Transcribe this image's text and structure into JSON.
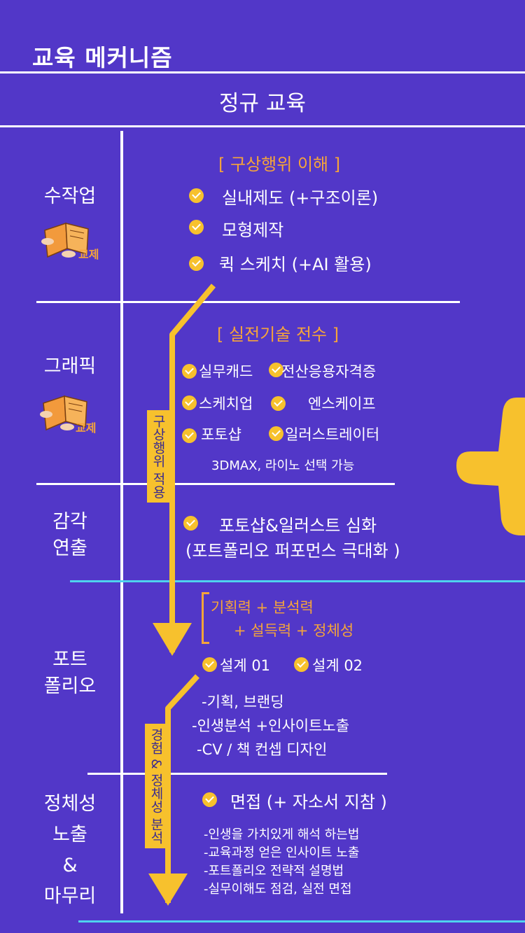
{
  "title": "교육 메커니즘",
  "subtitle": "정규 교육",
  "sections": {
    "handcraft": {
      "label": "수작업",
      "badge": "교제",
      "heading": "[ 구상행위 이해 ]",
      "items": [
        "실내제도  (+구조이론)",
        "모형제작",
        "퀵 스케치  (+AI 활용)"
      ]
    },
    "graphic": {
      "label": "그래픽",
      "badge": "교제",
      "heading": "[ 실전기술 전수 ]",
      "items": [
        "실무캐드",
        "전산응용자격증",
        "스케치업",
        "엔스케이프",
        "포토샵",
        "일러스트레이터"
      ],
      "note": "3DMAX, 라이노 선택 가능"
    },
    "sense": {
      "label_line1": "감각",
      "label_line2": "연출",
      "item": "포토샵&일러스트 심화",
      "note": "(포트폴리오 퍼포먼스 극대화 )"
    },
    "portfolio": {
      "label_line1": "포트",
      "label_line2": "폴리오",
      "bracket_line1": "기획력 + 분석력",
      "bracket_line2": "+ 설득력 + 정체성",
      "items": [
        "설계 01",
        "설계 02"
      ],
      "details": [
        "-기획, 브랜딩",
        "-인생분석 +인사이트노출",
        "-CV / 책 컨셉 디자인"
      ]
    },
    "identity": {
      "label_line1": "정체성",
      "label_line2": "노출",
      "label_line3": "&",
      "label_line4": "마무리",
      "item": "면접  (+ 자소서 지참 )",
      "details": [
        "-인생을 가치있게 해석 하는법",
        "-교육과정 얻은 인사이트 노출",
        "-포트폴리오 전략적 설명법",
        "-실무이해도 점검, 실전 면접"
      ]
    }
  },
  "arrows": {
    "upper_label": "구상행위 적용",
    "lower_label": "경험 & 정체성 분석"
  },
  "colors": {
    "background": "#5237C8",
    "accent_yellow": "#F7C12D",
    "accent_orange": "#F5A43A",
    "cyan_line": "#4FD3EE"
  }
}
